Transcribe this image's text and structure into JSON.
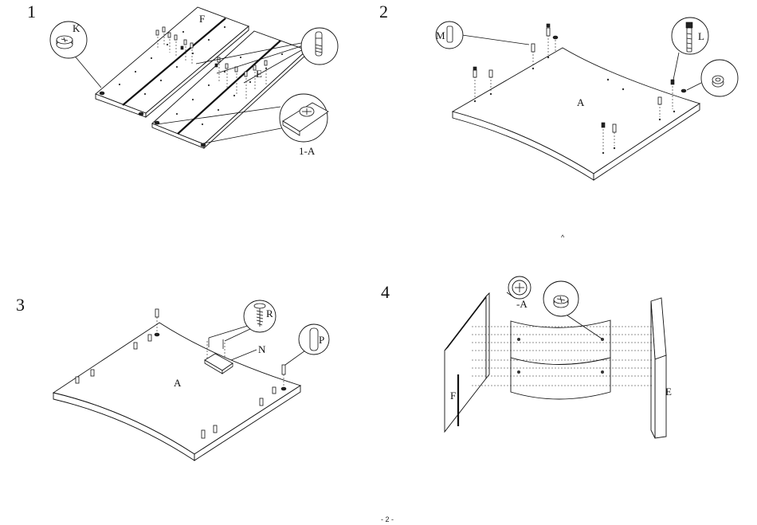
{
  "page_number": "- 2 -",
  "caret": "^",
  "steps": [
    {
      "number": "1",
      "labels": {
        "board_f": "F",
        "board_e": "E",
        "part_k": "K",
        "detail": "1-A"
      }
    },
    {
      "number": "2",
      "labels": {
        "part_m": "M",
        "part_l": "L",
        "panel_a": "A"
      }
    },
    {
      "number": "3",
      "labels": {
        "panel_a": "A",
        "part_r": "R",
        "part_n": "N",
        "part_p": "P"
      }
    },
    {
      "number": "4",
      "labels": {
        "detail": "-A",
        "side_f": "F",
        "side_e": "E"
      }
    }
  ]
}
